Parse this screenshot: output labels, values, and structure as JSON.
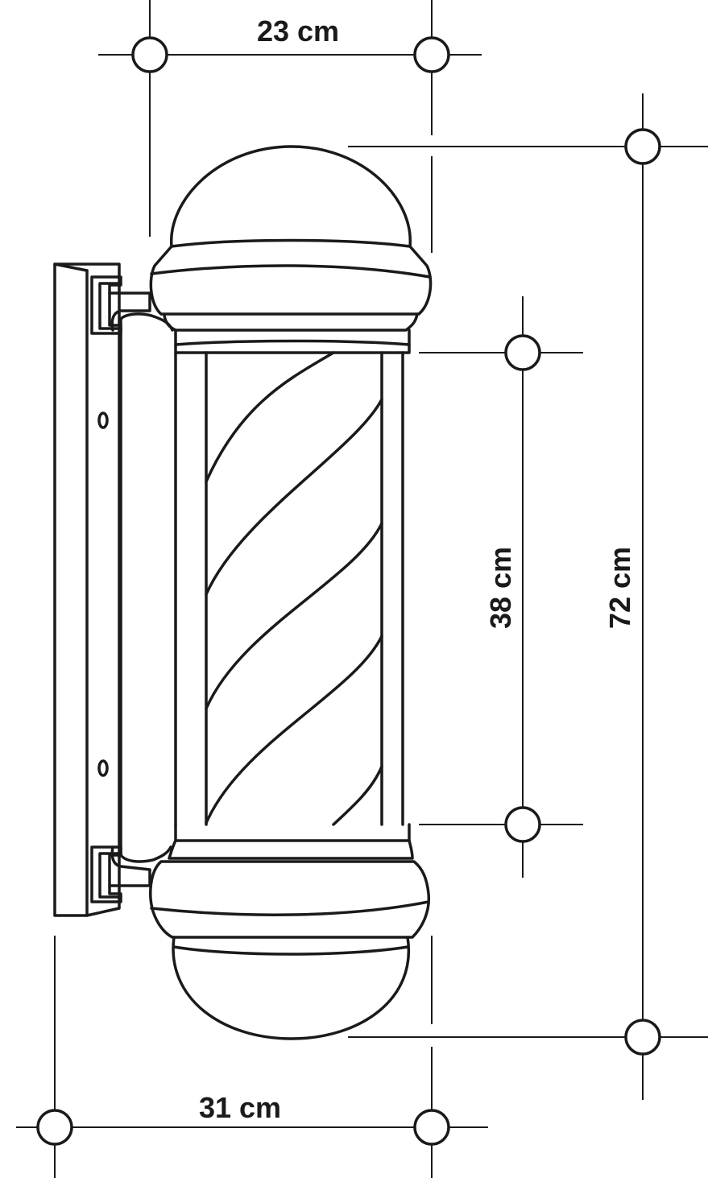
{
  "dimensions": {
    "top_width": "23 cm",
    "bottom_width": "31 cm",
    "glass_height": "38 cm",
    "total_height": "72 cm"
  },
  "colors": {
    "line": "#1a1a1a",
    "background": "#ffffff"
  }
}
